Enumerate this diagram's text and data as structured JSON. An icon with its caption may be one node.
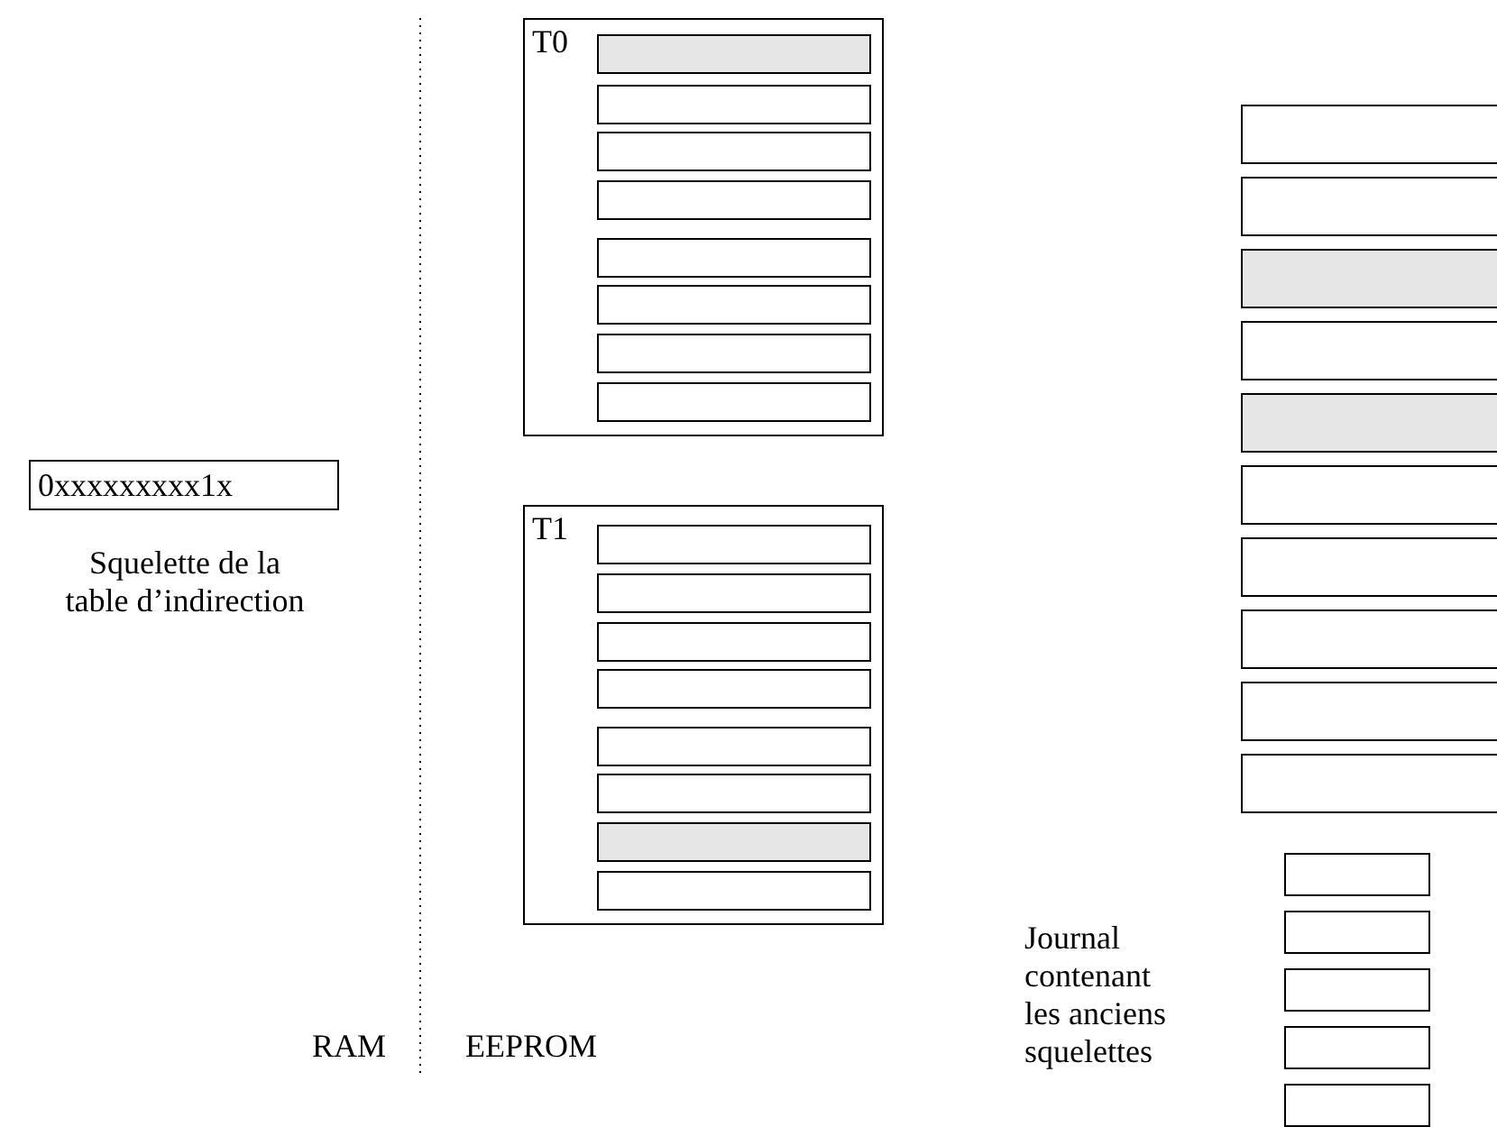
{
  "diagram": {
    "nodes": [
      {
        "text": [
          "0xxxxxxxxx1x"
        ],
        "beside": [
          "Squelette de la table d’indirection"
        ]
      },
      {
        "text": [
          "T0"
        ]
      },
      {
        "text": [],
        "shape": "box",
        "in": 1
      },
      {
        "text": [],
        "shape": "box",
        "in": 1
      },
      {
        "text": [],
        "shape": "box",
        "in": 1
      },
      {
        "text": [],
        "shape": "box",
        "in": 1
      },
      {
        "text": [],
        "shape": "box",
        "in": 1
      },
      {
        "text": [],
        "shape": "box",
        "in": 1
      },
      {
        "text": [],
        "shape": "box",
        "in": 1
      },
      {
        "text": [],
        "shape": "box",
        "in": 1
      },
      {
        "text": [
          "T1"
        ]
      },
      {
        "text": [],
        "shape": "box",
        "in": 10
      },
      {
        "text": [],
        "shape": "box",
        "in": 10
      },
      {
        "text": [],
        "shape": "box",
        "in": 10
      },
      {
        "text": [],
        "shape": "box",
        "in": 10
      },
      {
        "text": [],
        "shape": "box",
        "in": 10
      },
      {
        "text": [],
        "shape": "box",
        "in": 10
      },
      {
        "text": [],
        "shape": "box",
        "in": 10
      },
      {
        "text": [],
        "shape": "box",
        "in": 10
      },
      {
        "text": [],
        "shape": "box"
      },
      {
        "text": [],
        "shape": "box"
      },
      {
        "text": [],
        "shape": "box"
      },
      {
        "text": [],
        "shape": "box"
      },
      {
        "text": [],
        "shape": "box"
      },
      {
        "text": [],
        "shape": "box"
      },
      {
        "text": [],
        "shape": "box"
      },
      {
        "text": [],
        "shape": "box"
      },
      {
        "text": [],
        "shape": "box"
      },
      {
        "text": [],
        "shape": "box"
      },
      {
        "text": [],
        "shape": "box"
      },
      {
        "text": [],
        "shape": "box"
      },
      {
        "text": [],
        "shape": "box"
      },
      {
        "text": [],
        "shape": "box"
      },
      {
        "text": [],
        "shape": "box"
      }
    ],
    "edges": [],
    "labels": [
      "Journal contenant les anciens squelettes",
      "RAM",
      "EEPROM"
    ]
  }
}
